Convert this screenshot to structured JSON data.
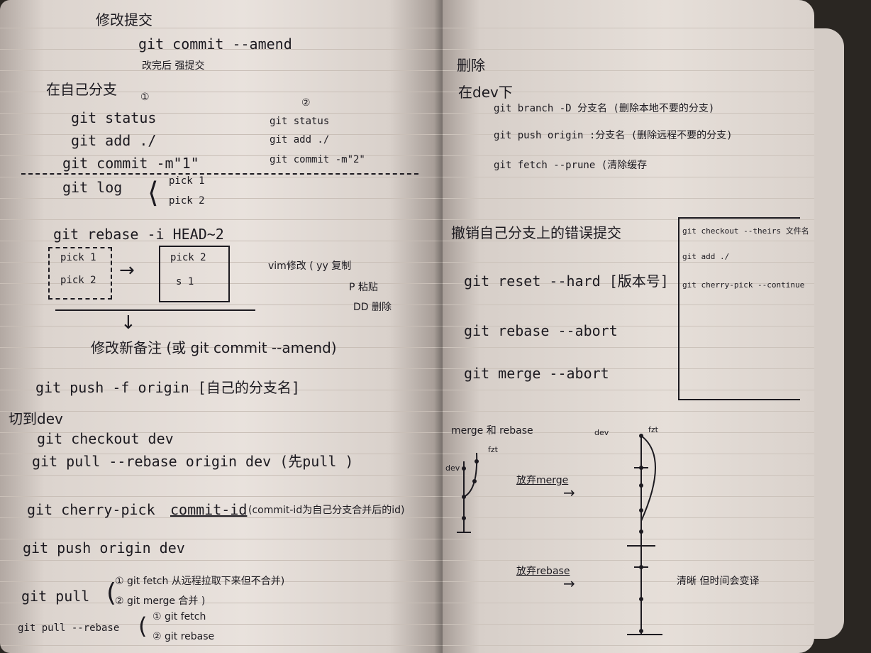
{
  "left": {
    "heading_amend": "修改提交",
    "cmd_amend": "git commit --amend",
    "note_amend": "改完后 强提交",
    "heading_own_branch": "在自己分支",
    "num1": "①",
    "num2": "②",
    "col1": [
      "git status",
      "git add ./",
      "git commit -m\"1\""
    ],
    "col2": [
      "git status",
      "git add ./",
      "git commit -m\"2\""
    ],
    "log_cmd": "git log",
    "log_picks": [
      "pick 1",
      "pick 2"
    ],
    "rebase_cmd": "git rebase -i HEAD~2",
    "rebase_before": [
      "pick 1",
      "pick 2"
    ],
    "rebase_after": [
      "pick 2",
      "s 1"
    ],
    "vim_notes": [
      "vim修改 ( yy 复制",
      "P 粘贴",
      "DD 删除"
    ],
    "edit_note": "修改新备注 (或 git commit --amend)",
    "push_force": "git push -f origin [自己的分支名]",
    "heading_switch": "切到dev",
    "checkout_cmd": "git checkout dev",
    "pull_rebase_cmd": "git pull --rebase origin dev (先pull )",
    "cherry_pick_cmd": "git cherry-pick",
    "cherry_pick_arg": "commit-id",
    "cherry_pick_note": "(commit-id为自己分支合并后的id)",
    "push_cmd": "git push origin dev",
    "pull_label": "git pull",
    "pull_steps": [
      "① git fetch 从远程拉取下来但不合并)",
      "② git merge 合并 )"
    ],
    "pull_rebase_label": "git pull --rebase",
    "pull_rebase_steps": [
      "① git fetch",
      "② git rebase"
    ]
  },
  "right": {
    "heading_delete": "删除",
    "heading_in_dev": "在dev下",
    "delete_cmds": [
      "git branch -D 分支名 (删除本地不要的分支)",
      "git push origin :分支名 (删除远程不要的分支)",
      "git fetch --prune (清除缓存"
    ],
    "heading_undo": "撤销自己分支上的错误提交",
    "undo_cmds": [
      "git reset --hard [版本号]",
      "git rebase --abort",
      "git merge --abort"
    ],
    "side_box": [
      "git checkout --theirs 文件名",
      "git add ./",
      "git cherry-pick --continue"
    ],
    "heading_merge_rebase": "merge 和 rebase",
    "label_dev": "dev",
    "label_fzt": "fzt",
    "label_dev2": "dev",
    "label_fzt2": "fzt",
    "merge_caption": "放弃merge",
    "rebase_caption": "放弃rebase",
    "rebase_note": "清晰 但时间会变译"
  }
}
